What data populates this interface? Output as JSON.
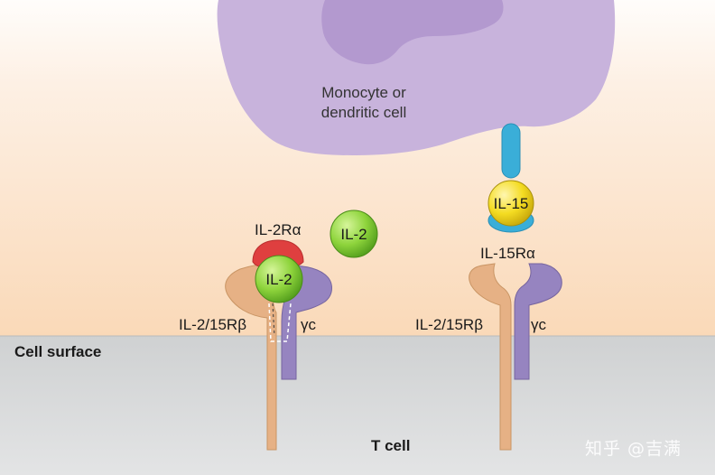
{
  "top_cell": {
    "line1": "Monocyte or",
    "line2": "dendritic cell"
  },
  "ligands": {
    "il2_free": "IL-2",
    "il2_bound": "IL-2",
    "il15": "IL-15"
  },
  "receptors": {
    "il2r_alpha": "IL-2Rα",
    "il15r_alpha": "IL-15Rα",
    "beta_left": "IL-2/15Rβ",
    "beta_right": "IL-2/15Rβ",
    "gamma_left": "γc",
    "gamma_right": "γc"
  },
  "regions": {
    "surface": "Cell surface",
    "t_cell": "T cell"
  },
  "watermark": "知乎 @吉满",
  "colors": {
    "monocyte": "#c9b2dc",
    "beta_chain": "#e6b184",
    "gamma_chain": "#9683c0",
    "il2_green": "#7ec83a",
    "il15_yellow": "#f4dd2a",
    "il2ra_red": "#e0403f",
    "il15ra_blue": "#3aafd8"
  }
}
